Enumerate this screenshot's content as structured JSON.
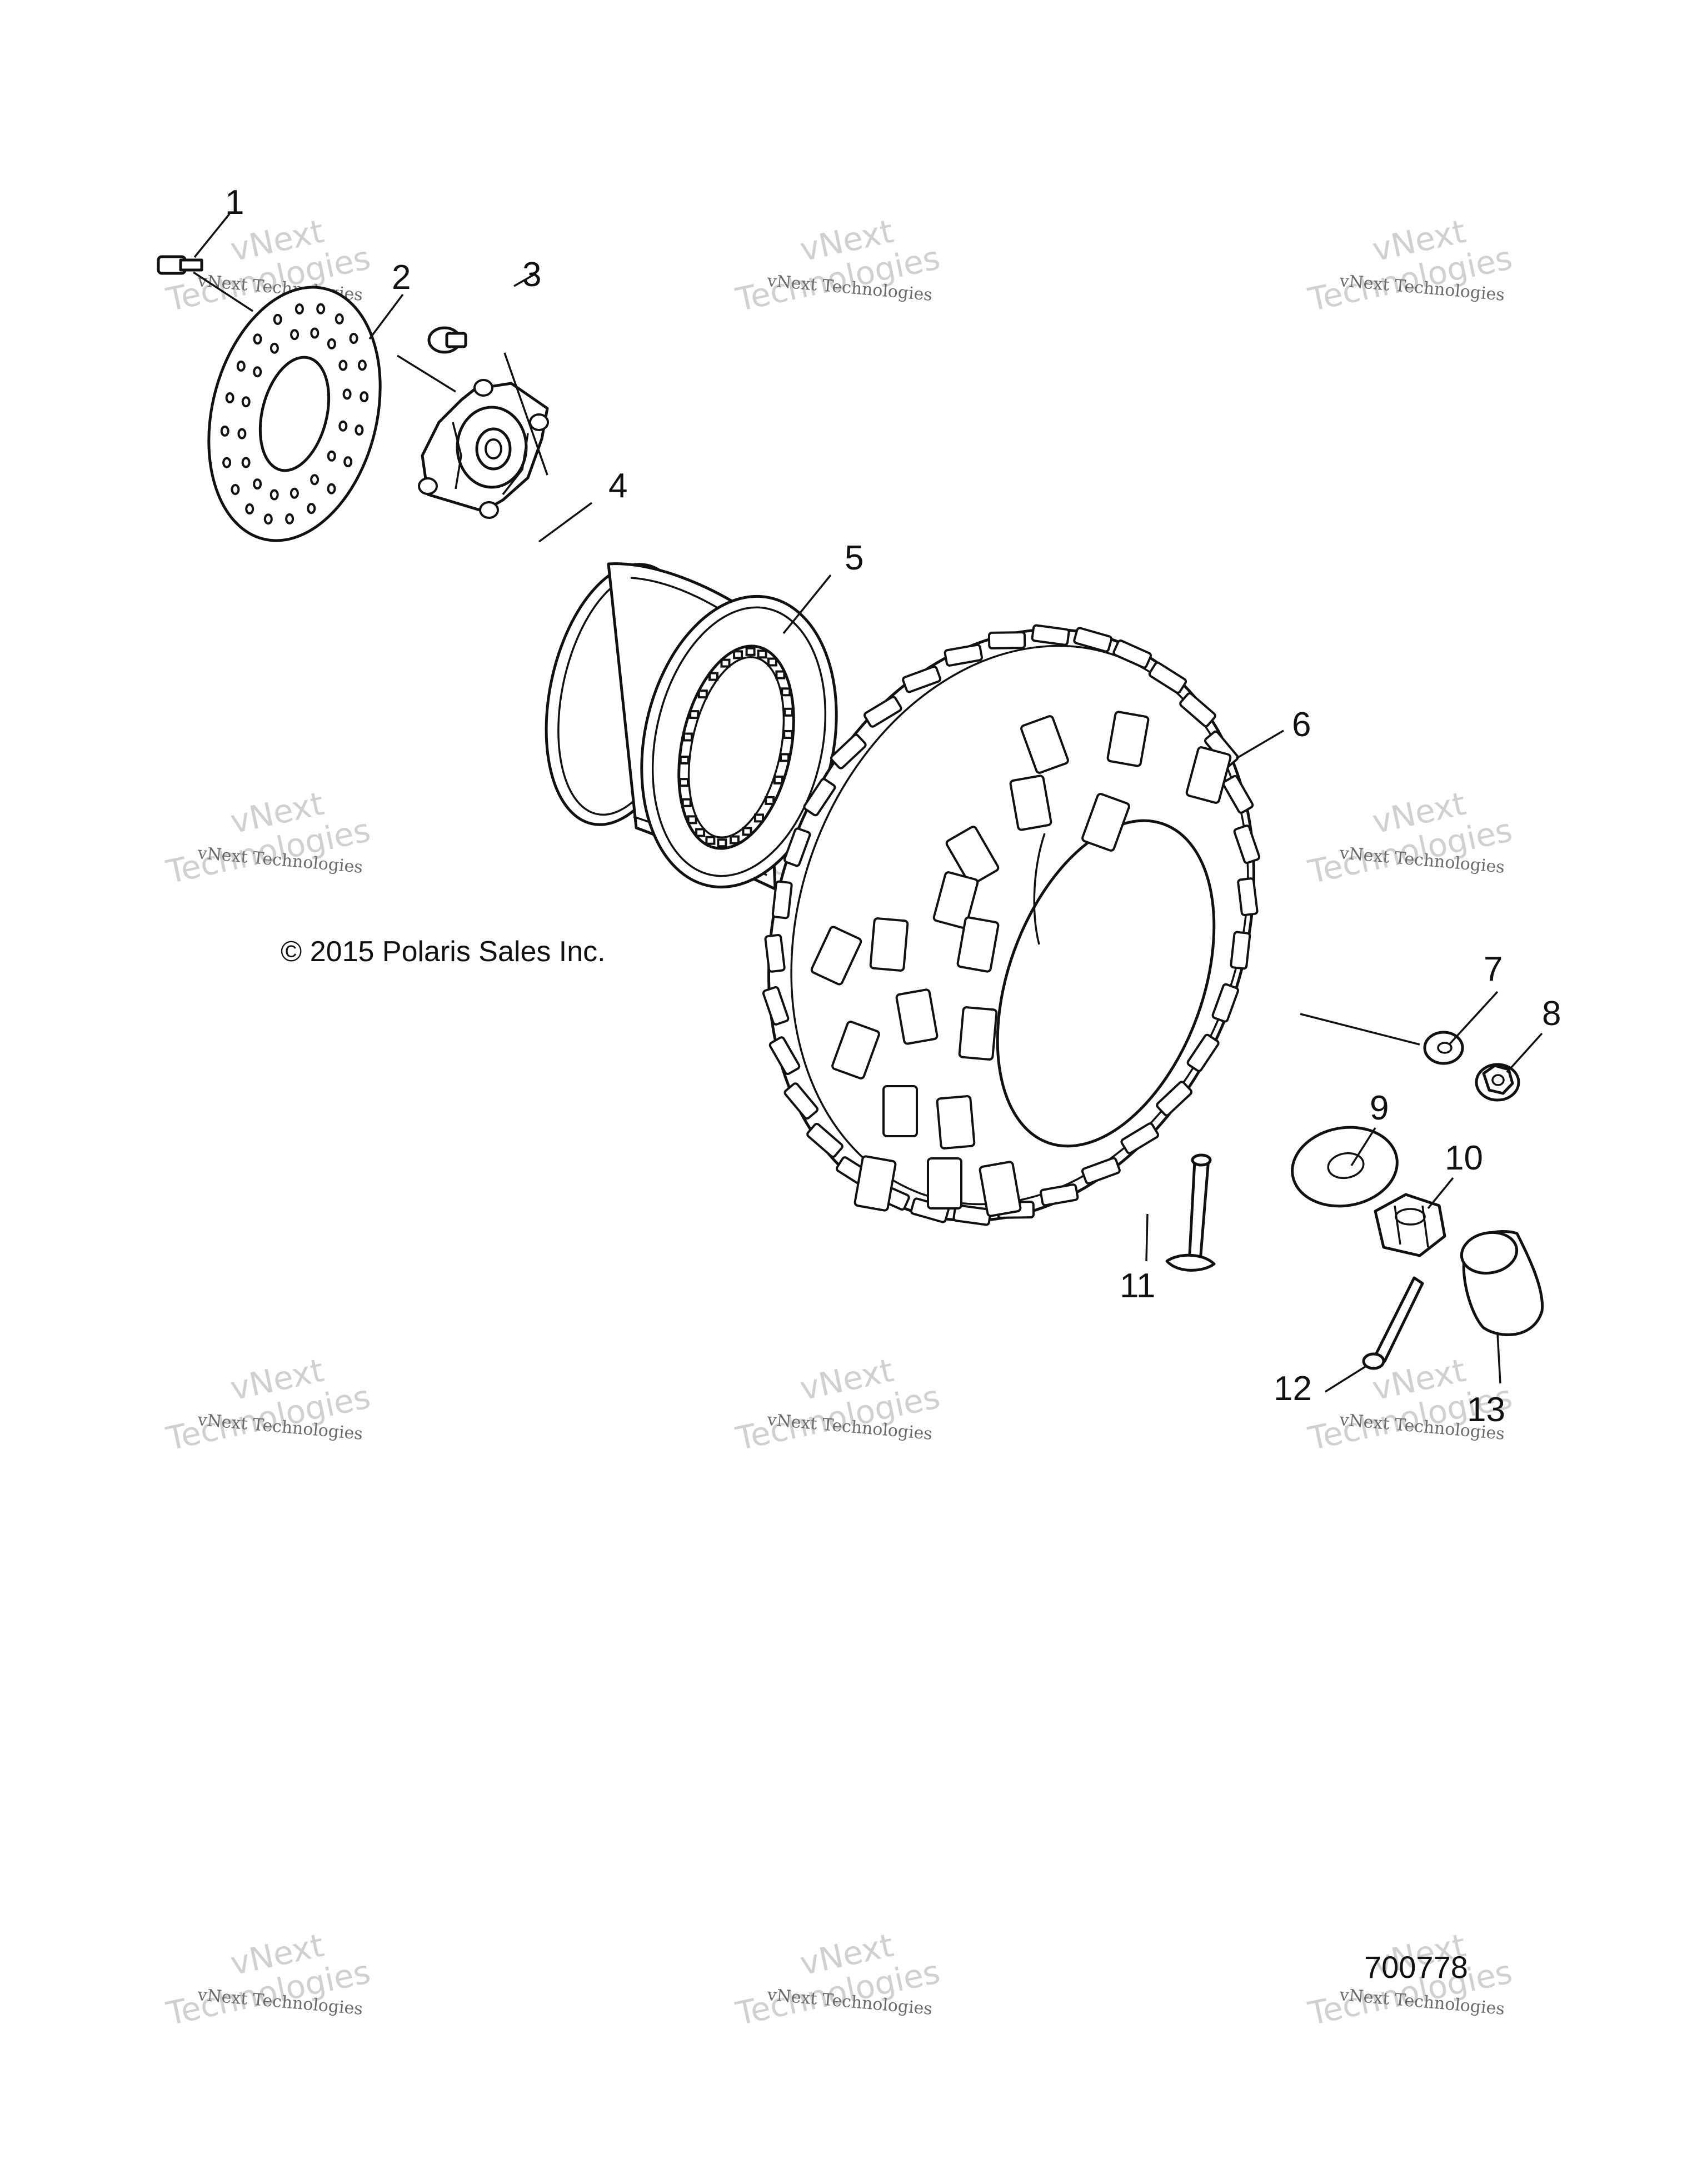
{
  "diagram": {
    "copyright": "© 2015 Polaris Sales Inc.",
    "figure_number": "700778",
    "callouts": [
      {
        "label": "1"
      },
      {
        "label": "2"
      },
      {
        "label": "3"
      },
      {
        "label": "4"
      },
      {
        "label": "5"
      },
      {
        "label": "6"
      },
      {
        "label": "7"
      },
      {
        "label": "8"
      },
      {
        "label": "9"
      },
      {
        "label": "10"
      },
      {
        "label": "11"
      },
      {
        "label": "12"
      },
      {
        "label": "13"
      }
    ],
    "watermark": {
      "brand": "vNext",
      "company": "Technologies",
      "full": "vNext Technologies"
    }
  }
}
